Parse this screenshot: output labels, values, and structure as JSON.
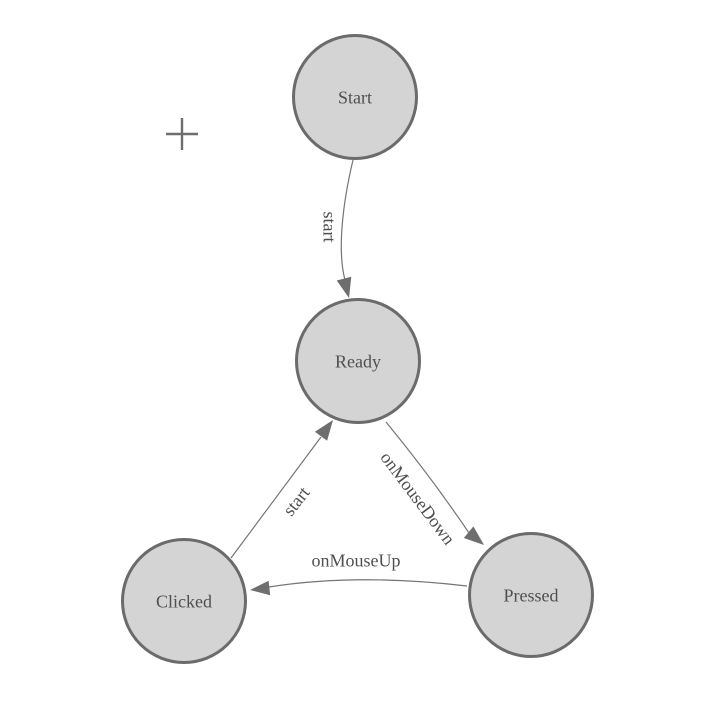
{
  "diagram": {
    "type": "state-machine",
    "colors": {
      "background": "#ffffff",
      "node_fill": "#d4d4d4",
      "node_border": "#6b6b6b",
      "edge_line": "#757575",
      "arrow_fill": "#6e6e6e",
      "label_text": "#4f4f4f"
    },
    "crosshair_icon": "plus-cursor",
    "nodes": [
      {
        "id": "start",
        "label": "Start"
      },
      {
        "id": "ready",
        "label": "Ready"
      },
      {
        "id": "clicked",
        "label": "Clicked"
      },
      {
        "id": "pressed",
        "label": "Pressed"
      }
    ],
    "edges": [
      {
        "from": "Start",
        "to": "Ready",
        "label": "start"
      },
      {
        "from": "Ready",
        "to": "Pressed",
        "label": "onMouseDown"
      },
      {
        "from": "Pressed",
        "to": "Clicked",
        "label": "onMouseUp"
      },
      {
        "from": "Clicked",
        "to": "Ready",
        "label": "start"
      }
    ]
  }
}
